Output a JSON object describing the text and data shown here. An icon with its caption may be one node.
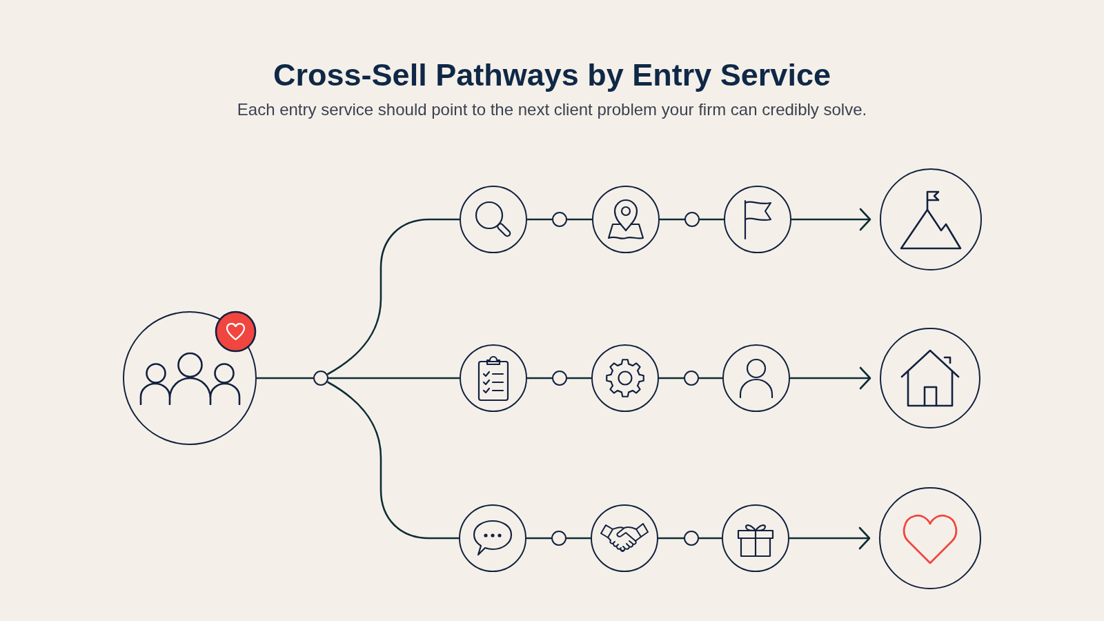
{
  "diagram": {
    "title": "Cross-Sell Pathways by Entry Service",
    "nodes": [
      {
        "text": [],
        "shape": "circle"
      },
      {
        "text": [],
        "shape": "circle"
      },
      {
        "text": [],
        "shape": "circle"
      },
      {
        "text": [],
        "shape": "circle"
      },
      {
        "text": [],
        "shape": "circle"
      },
      {
        "text": [],
        "shape": "circle"
      },
      {
        "text": [],
        "shape": "circle"
      },
      {
        "text": [],
        "shape": "circle"
      },
      {
        "text": [],
        "shape": "circle"
      },
      {
        "text": [],
        "shape": "circle"
      },
      {
        "text": [],
        "shape": "circle"
      },
      {
        "text": [],
        "shape": "circle"
      },
      {
        "text": [],
        "shape": "circle"
      },
      {
        "text": [],
        "shape": "circle"
      },
      {
        "text": [],
        "shape": "circle"
      },
      {
        "text": [],
        "shape": "circle"
      },
      {
        "text": [],
        "shape": "circle"
      },
      {
        "text": [],
        "shape": "circle"
      },
      {
        "text": [],
        "shape": "circle"
      },
      {
        "text": [],
        "shape": "circle"
      }
    ],
    "edges": [
      {
        "from": 0,
        "to": 1,
        "arrow": "none"
      },
      {
        "from": 1,
        "to": 2,
        "arrow": "none"
      },
      {
        "from": 1,
        "to": 8,
        "arrow": "none"
      },
      {
        "from": 1,
        "to": 14,
        "arrow": "none"
      },
      {
        "from": 2,
        "to": 3,
        "arrow": "none"
      },
      {
        "from": 3,
        "to": 4,
        "arrow": "none"
      },
      {
        "from": 4,
        "to": 5,
        "arrow": "none"
      },
      {
        "from": 5,
        "to": 6,
        "arrow": "none"
      },
      {
        "from": 6,
        "to": 7,
        "arrow": "to"
      },
      {
        "from": 8,
        "to": 9,
        "arrow": "none"
      },
      {
        "from": 9,
        "to": 10,
        "arrow": "none"
      },
      {
        "from": 10,
        "to": 11,
        "arrow": "none"
      },
      {
        "from": 11,
        "to": 12,
        "arrow": "none"
      },
      {
        "from": 12,
        "to": 13,
        "arrow": "to"
      },
      {
        "from": 14,
        "to": 15,
        "arrow": "none"
      },
      {
        "from": 15,
        "to": 16,
        "arrow": "none"
      },
      {
        "from": 16,
        "to": 17,
        "arrow": "none"
      },
      {
        "from": 17,
        "to": 18,
        "arrow": "none"
      },
      {
        "from": 18,
        "to": 19,
        "arrow": "to"
      }
    ],
    "labels": [
      "Each entry service should point to the next client problem your firm can credibly solve."
    ]
  }
}
